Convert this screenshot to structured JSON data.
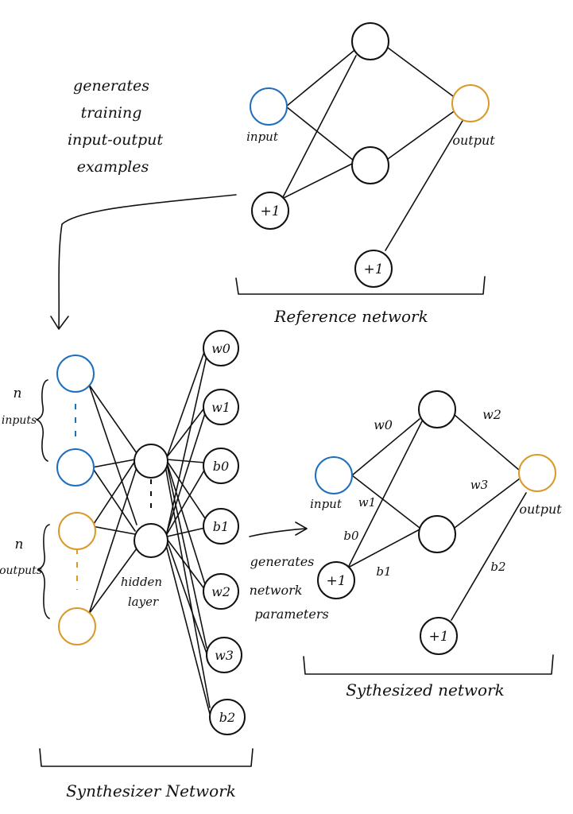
{
  "colors": {
    "ink": "#111111",
    "input_node": "#1f6fbf",
    "output_node": "#d99a2b",
    "hidden_node": "#111111"
  },
  "reference": {
    "note_lines": [
      "generates",
      "training",
      "input-output",
      "examples"
    ],
    "input_label": "input",
    "output_label": "output",
    "bias_a": "+1",
    "bias_b": "+1",
    "caption": "Reference network"
  },
  "synthesizer": {
    "n_inputs_n": "n",
    "n_inputs_word": "inputs",
    "n_outputs_n": "n",
    "n_outputs_word": "outputs",
    "hidden_lines": [
      "hidden",
      "layer"
    ],
    "params": [
      "w0",
      "w1",
      "b0",
      "b1",
      "w2",
      "w3",
      "b2"
    ],
    "caption": "Synthesizer Network",
    "note_lines": [
      "generates",
      "network",
      "parameters"
    ]
  },
  "synthesized": {
    "input_label": "input",
    "output_label": "output",
    "bias_a": "+1",
    "bias_b": "+1",
    "edge_w0": "w0",
    "edge_w1": "w1",
    "edge_w2": "w2",
    "edge_w3": "w3",
    "edge_b0": "b0",
    "edge_b1": "b1",
    "edge_b2": "b2",
    "caption": "Sythesized network"
  }
}
